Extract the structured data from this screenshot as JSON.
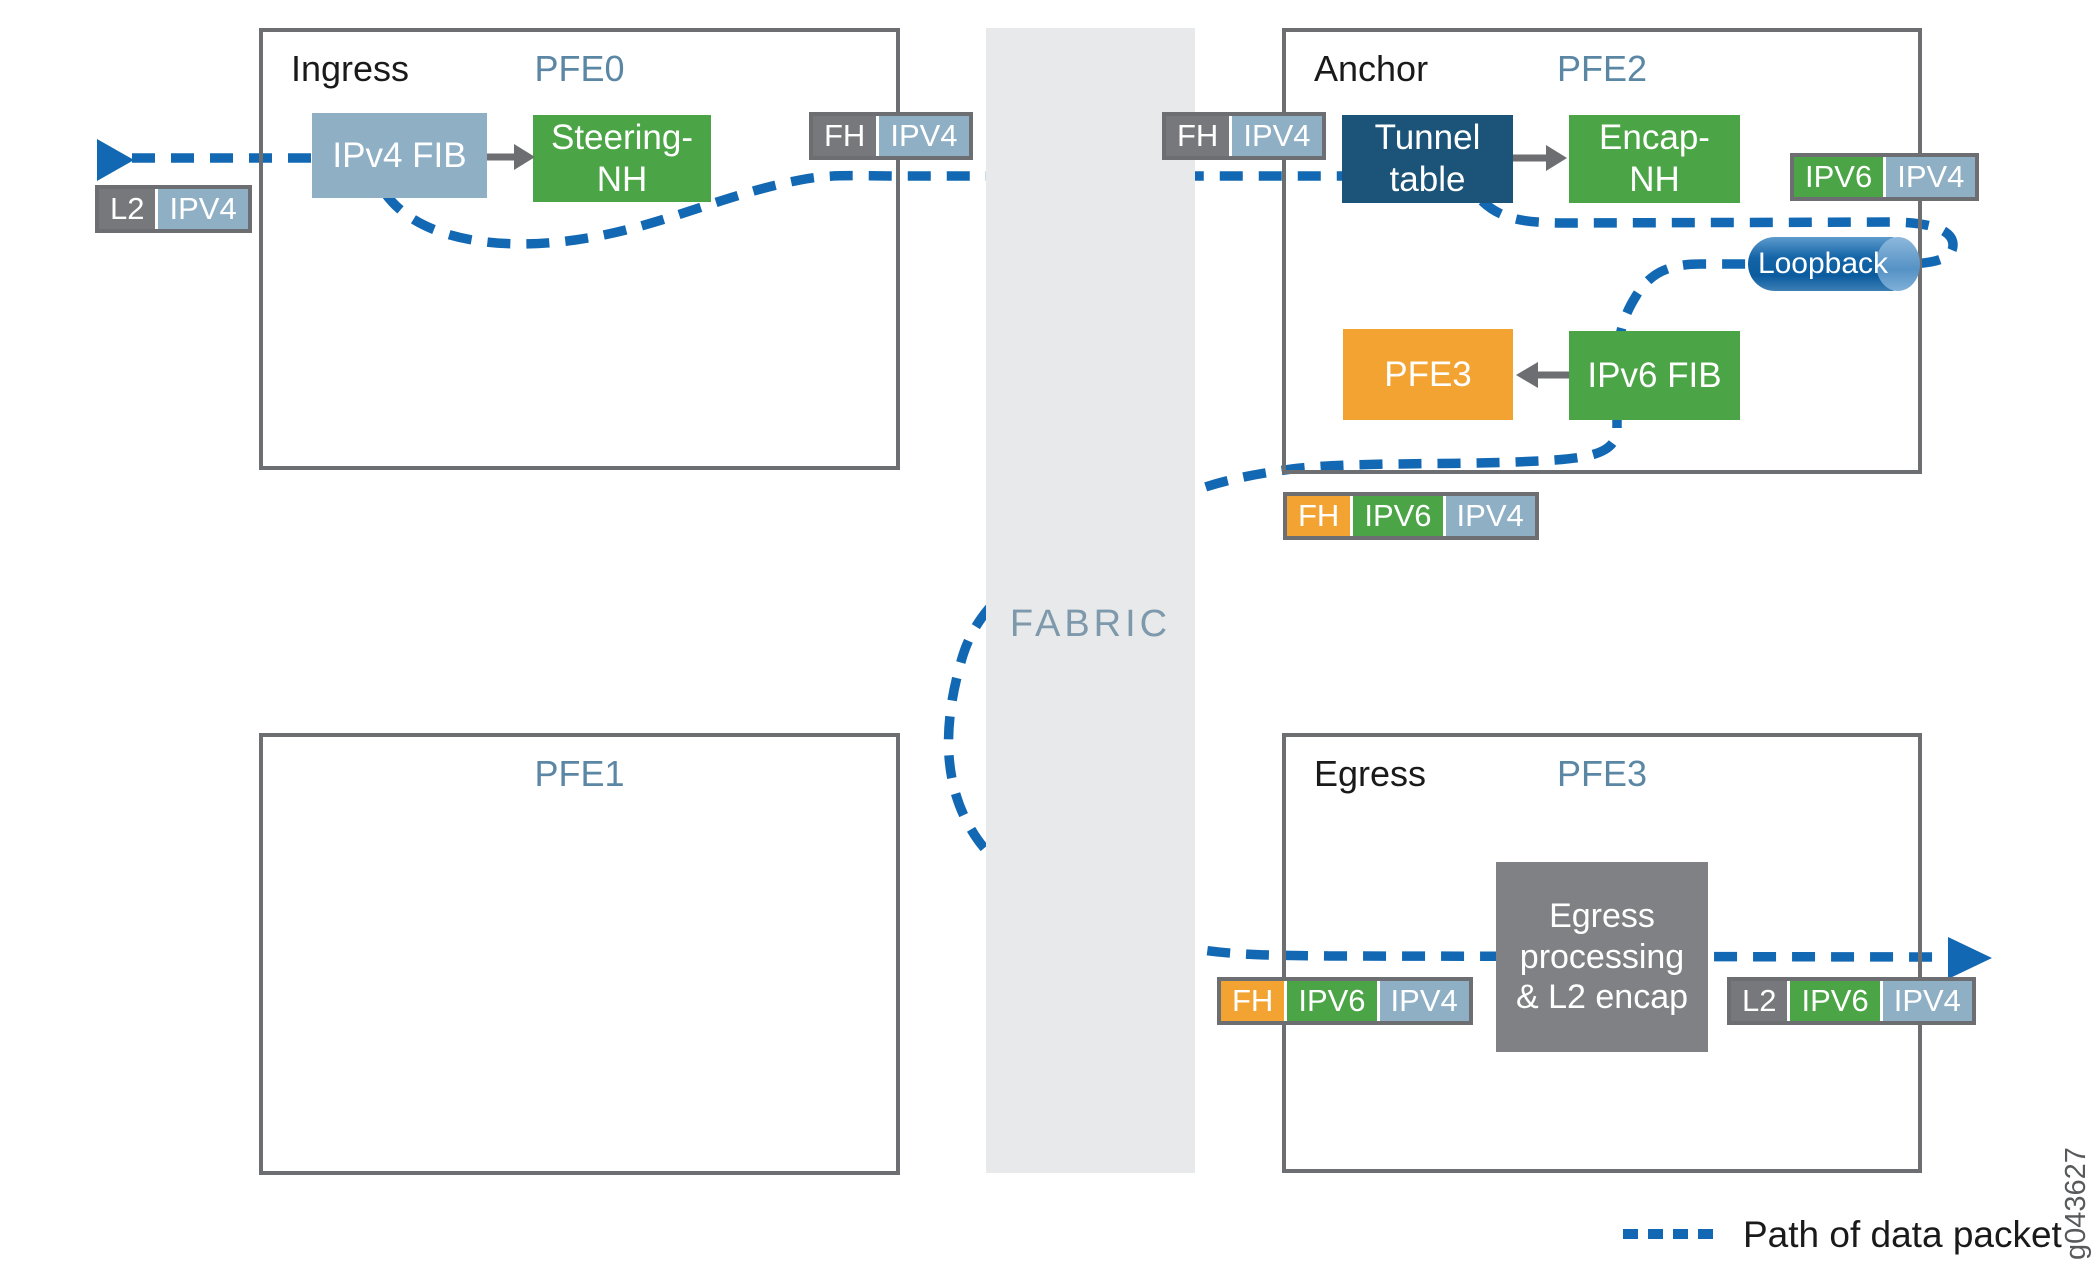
{
  "colors": {
    "path-blue": "#1268b3",
    "steel": "#8fafc5",
    "green": "#4ba546",
    "orange": "#f2a331",
    "navy": "#1b5478",
    "label-gray": "#77787b",
    "box-gray": "#808184",
    "border-gray": "#6d6e71",
    "fabric-gray": "#e8e9ea",
    "fabric-text": "#7d99ab",
    "title-blue": "#5b87a5"
  },
  "pfes": {
    "pfe0": {
      "role": "Ingress",
      "name": "PFE0"
    },
    "pfe1": {
      "name": "PFE1"
    },
    "pfe2": {
      "role": "Anchor",
      "name": "PFE2"
    },
    "pfe3": {
      "role": "Egress",
      "name": "PFE3"
    }
  },
  "fabric_label": "FABRIC",
  "nodes": {
    "ipv4_fib": "IPv4 FIB",
    "steering_nh": "Steering-\nNH",
    "tunnel_table": "Tunnel\ntable",
    "encap_nh": "Encap-\nNH",
    "pfe3_node": "PFE3",
    "ipv6_fib": "IPv6 FIB",
    "egress_processing": "Egress\nprocessing\n& L2 encap",
    "loopback": "Loopback"
  },
  "packet_labels": {
    "ingress_in": {
      "segments": [
        {
          "text": "L2"
        },
        {
          "text": "IPV4"
        }
      ]
    },
    "pfe0_out": {
      "segments": [
        {
          "text": "FH"
        },
        {
          "text": "IPV4"
        }
      ]
    },
    "pfe2_in": {
      "segments": [
        {
          "text": "FH"
        },
        {
          "text": "IPV4"
        }
      ]
    },
    "pfe2_right": {
      "segments": [
        {
          "text": "IPV6"
        },
        {
          "text": "IPV4"
        }
      ]
    },
    "pfe2_out": {
      "segments": [
        {
          "text": "FH"
        },
        {
          "text": "IPV6"
        },
        {
          "text": "IPV4"
        }
      ]
    },
    "egress_in": {
      "segments": [
        {
          "text": "FH"
        },
        {
          "text": "IPV6"
        },
        {
          "text": "IPV4"
        }
      ]
    },
    "egress_out": {
      "segments": [
        {
          "text": "L2"
        },
        {
          "text": "IPV6"
        },
        {
          "text": "IPV4"
        }
      ]
    }
  },
  "legend": {
    "label": "Path of data packet"
  },
  "figure_id": "g043627"
}
